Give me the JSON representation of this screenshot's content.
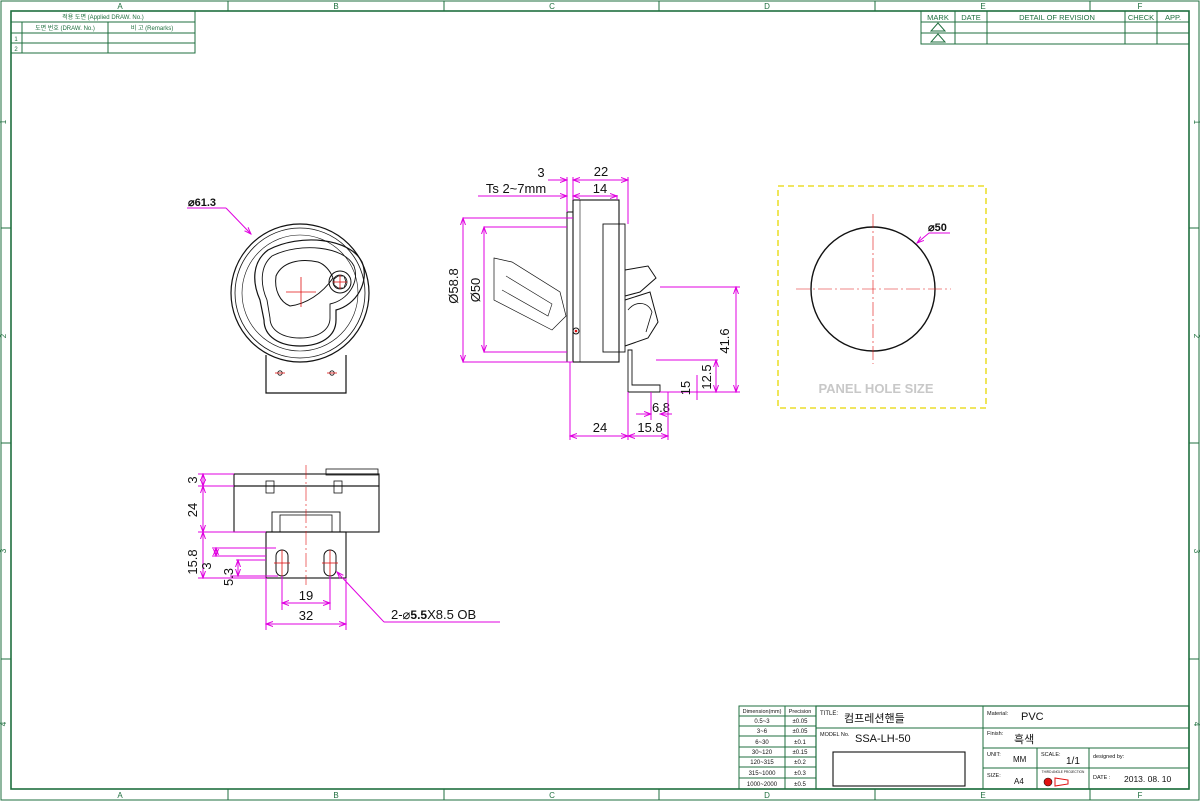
{
  "border": {
    "columns": [
      "A",
      "B",
      "C",
      "D",
      "E",
      "F"
    ],
    "rows": [
      "1",
      "2",
      "3",
      "4"
    ]
  },
  "applied_drawing_table": {
    "title": "적용 도면 (Applied DRAW. No.)",
    "col_drawing_no": "도면 번호 (DRAW. No.)",
    "col_remarks": "비 고 (Remarks)",
    "rows": [
      "1",
      "2"
    ]
  },
  "revision_table": {
    "headers": [
      "MARK",
      "DATE",
      "DETAIL OF REVISION",
      "CHECK",
      "APP."
    ]
  },
  "front_view": {
    "diameter_label": "⌀61.3"
  },
  "side_view": {
    "dims": {
      "ts_range": "Ts 2~7mm",
      "d3": "3",
      "d22": "22",
      "d14": "14",
      "d58_8": "Ø58.8",
      "d50": "Ø50",
      "d41_6": "41.6",
      "d12_5": "12.5",
      "d15": "15",
      "d6_8": "6.8",
      "d24": "24",
      "d15_8": "15.8"
    }
  },
  "bottom_view": {
    "dims": {
      "d3": "3",
      "d24": "24",
      "d15_8": "15.8",
      "d3b": "3",
      "d5_3": "5.3",
      "d19": "19",
      "d32": "32"
    },
    "hole_note_prefix": "2-⌀",
    "hole_note_size": "5.5",
    "hole_note_suffix": "X8.5 OB"
  },
  "panel_hole": {
    "diameter_label": "⌀50",
    "caption": "PANEL HOLE SIZE"
  },
  "tolerance_table": {
    "headers": [
      "Dimension(mm)",
      "Precision"
    ],
    "rows": [
      [
        "0.5~3",
        "±0.05"
      ],
      [
        "3~6",
        "±0.05"
      ],
      [
        "6~30",
        "±0.1"
      ],
      [
        "30~120",
        "±0.15"
      ],
      [
        "120~315",
        "±0.2"
      ],
      [
        "315~1000",
        "±0.3"
      ],
      [
        "1000~2000",
        "±0.5"
      ]
    ]
  },
  "title_block": {
    "title_label": "TITLE:",
    "title_value": "컴프레션핸들",
    "model_label": "MODEL No.",
    "model_value": "SSA-LH-50",
    "material_label": "Material:",
    "material_value": "PVC",
    "finish_label": "Finish:",
    "finish_value": "흑색",
    "unit_label": "UNIT:",
    "unit_value": "MM",
    "scale_label": "SCALE:",
    "scale_value": "1/1",
    "designed_label": "designed by:",
    "size_label": "SIZE:",
    "size_value": "A4",
    "projection_label": "THIRD ANGLE PROJECTION",
    "date_label": "DATE :",
    "date_value": "2013. 08. 10"
  },
  "colors": {
    "frame": "#1f6f3f",
    "dimension": "#e000e0",
    "centerline": "#e01010",
    "panel_outline": "#e6d800",
    "ink": "#111111"
  }
}
